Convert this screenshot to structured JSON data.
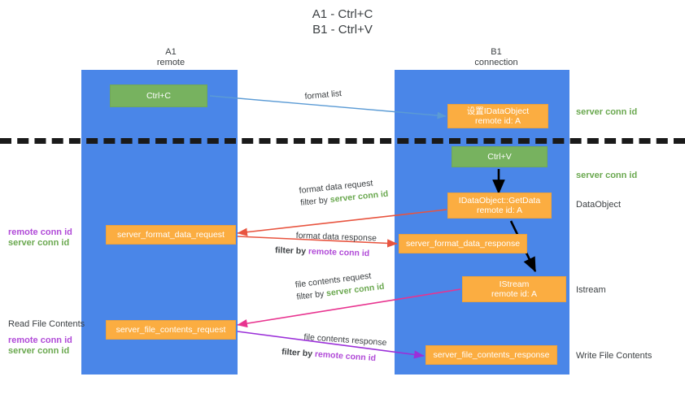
{
  "title": {
    "line1": "A1 - Ctrl+C",
    "line2": "B1 - Ctrl+V"
  },
  "columns": [
    {
      "name": "A1",
      "sub": "remote"
    },
    {
      "name": "B1",
      "sub": "connection"
    }
  ],
  "colors": {
    "lane": "#4a86e8",
    "green_box": "#77b25f",
    "orange_box": "#fbad41",
    "server_conn": "#6aa84f",
    "remote_conn": "#b14bd8",
    "divider": "#1a1a1a",
    "arrow_blue": "#5b9bd5",
    "arrow_red": "#e8543f",
    "arrow_pink": "#e8338f",
    "arrow_purple": "#9b30d9",
    "arrow_black": "#000000"
  },
  "boxes": {
    "ctrl_c": "Ctrl+C",
    "ctrl_v": "Ctrl+V",
    "idataobject": {
      "line1": "设置IDataObject",
      "line2": "remote id: A"
    },
    "getdata": {
      "line1": "IDataObject::GetData",
      "line2": "remote id: A"
    },
    "istream": {
      "line1": "IStream",
      "line2": "remote id: A"
    },
    "server_format_data_request": "server_format_data_request",
    "server_format_data_response": "server_format_data_response",
    "server_file_contents_request": "server_file_contents_request",
    "server_file_contents_response": "server_file_contents_response"
  },
  "edge_labels": {
    "format_list": "format list",
    "format_data_request": {
      "main": "format data request",
      "filter_prefix": "filter by ",
      "filter_key": "server conn id",
      "key_color": "server"
    },
    "format_data_response": {
      "main": "format data response",
      "filter_prefix": "filter by ",
      "filter_key": "remote conn id",
      "key_color": "remote"
    },
    "file_contents_request": {
      "main": "file contents request",
      "filter_prefix": "filter by ",
      "filter_key": "server conn id",
      "key_color": "server"
    },
    "file_contents_response": {
      "main": "file contents response",
      "filter_prefix": "filter by ",
      "filter_key": "remote conn id",
      "key_color": "remote"
    }
  },
  "right_notes": {
    "server_conn_top": "server conn id",
    "server_conn_mid": "server conn id",
    "dataobject": "DataObject",
    "istream": "Istream",
    "write_file_contents": "Write File Contents"
  },
  "left_notes": {
    "remote_conn_1": "remote conn id",
    "server_conn_1": "server conn id",
    "read_file_contents": "Read File Contents",
    "remote_conn_2": "remote conn id",
    "server_conn_2": "server conn id"
  }
}
